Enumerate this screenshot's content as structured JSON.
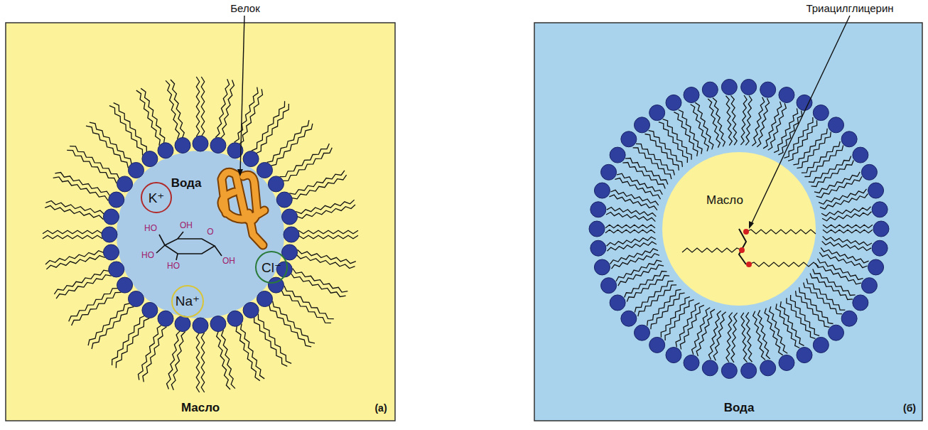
{
  "diagram": {
    "nodes": [
      {
        "text": [
          "K⁺"
        ]
      },
      {
        "text": [
          "Cl⁻"
        ]
      },
      {
        "text": [
          "Na⁺"
        ]
      }
    ],
    "labels": [
      "Белок",
      "Вода",
      "HO",
      "OH",
      "O",
      "HO",
      "HO",
      "OH",
      "Масло",
      "(а)",
      "Триацилглицерин",
      "Масло",
      "Вода",
      "(б)"
    ]
  }
}
